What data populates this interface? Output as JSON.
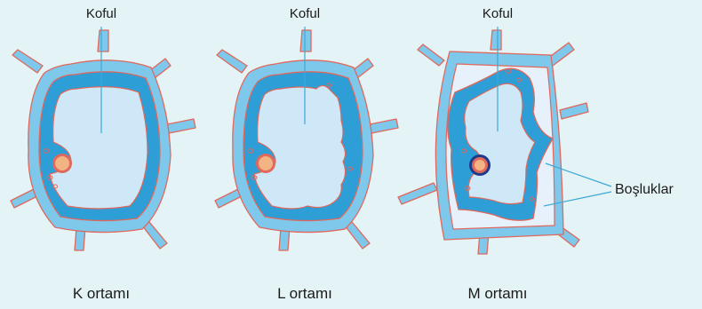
{
  "labels": {
    "vacuole_k": "Koful",
    "vacuole_l": "Koful",
    "vacuole_m": "Koful",
    "gaps": "Boşluklar",
    "medium_k": "K ortamı",
    "medium_l": "L ortamı",
    "medium_m": "M ortamı"
  },
  "colors": {
    "background": "#e4f3f6",
    "cell_wall": "#7ec8ec",
    "membrane_outline": "#e0685c",
    "cytoplasm": "#2e9ed6",
    "vacuole": "#cfe8f8",
    "plasmolysis_gap": "#e6f1fb",
    "nucleus": "#f3b483",
    "leader_line": "#3ba9d6"
  }
}
